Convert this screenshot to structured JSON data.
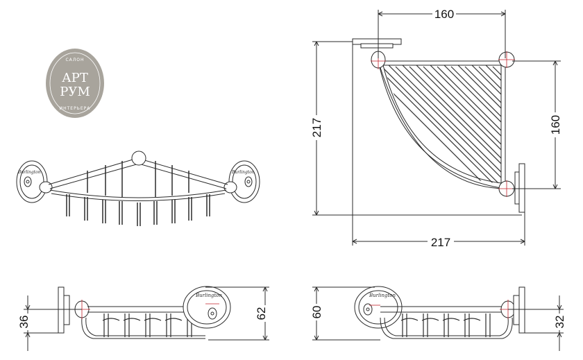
{
  "logo": {
    "top_arc": "САЛОН",
    "line1": "АРТ",
    "line2": "РУМ",
    "bottom_arc": "ИНТЕРЬЕРА",
    "fill_color": "#a8a49c"
  },
  "brand_mark": "Burlington",
  "dimensions": {
    "top_width": "160",
    "right_height": "160",
    "left_height": "217",
    "bottom_width": "217",
    "front_left_height": "36",
    "front_right_height": "62",
    "side_left_height": "60",
    "side_right_height": "32"
  },
  "colors": {
    "line": "#2a2a2a",
    "centerline": "#c0202a",
    "hatch": "#333333"
  }
}
